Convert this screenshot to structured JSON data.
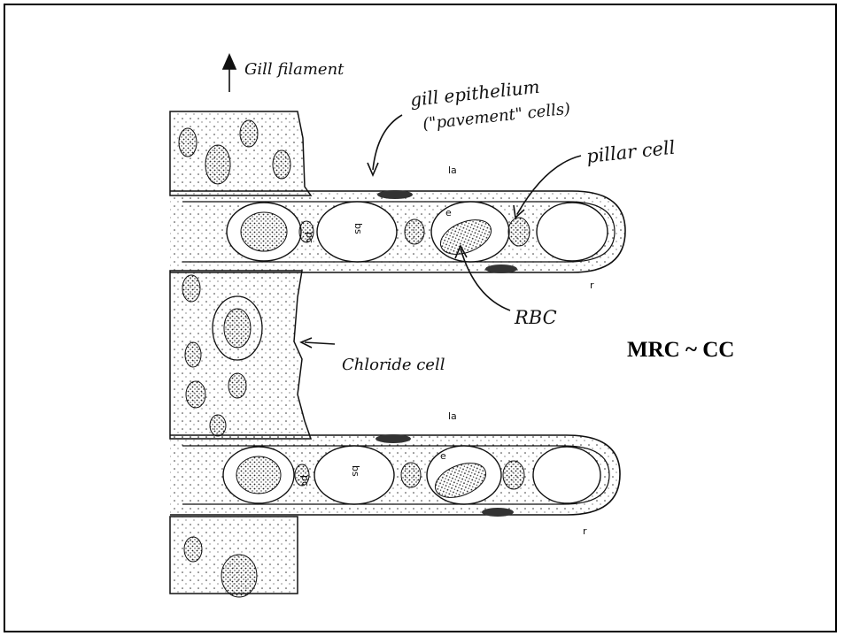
{
  "labels": {
    "gill_filament": "Gill filament",
    "gill_epithelium_line1": "gill epithelium",
    "gill_epithelium_line2": "(\"pavement\" cells)",
    "pillar_cell": "pillar cell",
    "rbc": "RBC",
    "chloride_cell": "Chloride cell",
    "la_top": "la",
    "la_bottom": "la",
    "pc_top": "pc",
    "pc_bottom": "pc",
    "bs_top": "bs",
    "bs_bottom": "bs",
    "e_top": "e",
    "e_bottom": "e",
    "r_top": "r",
    "r_bottom": "r"
  },
  "side_label": "MRC ~ CC"
}
